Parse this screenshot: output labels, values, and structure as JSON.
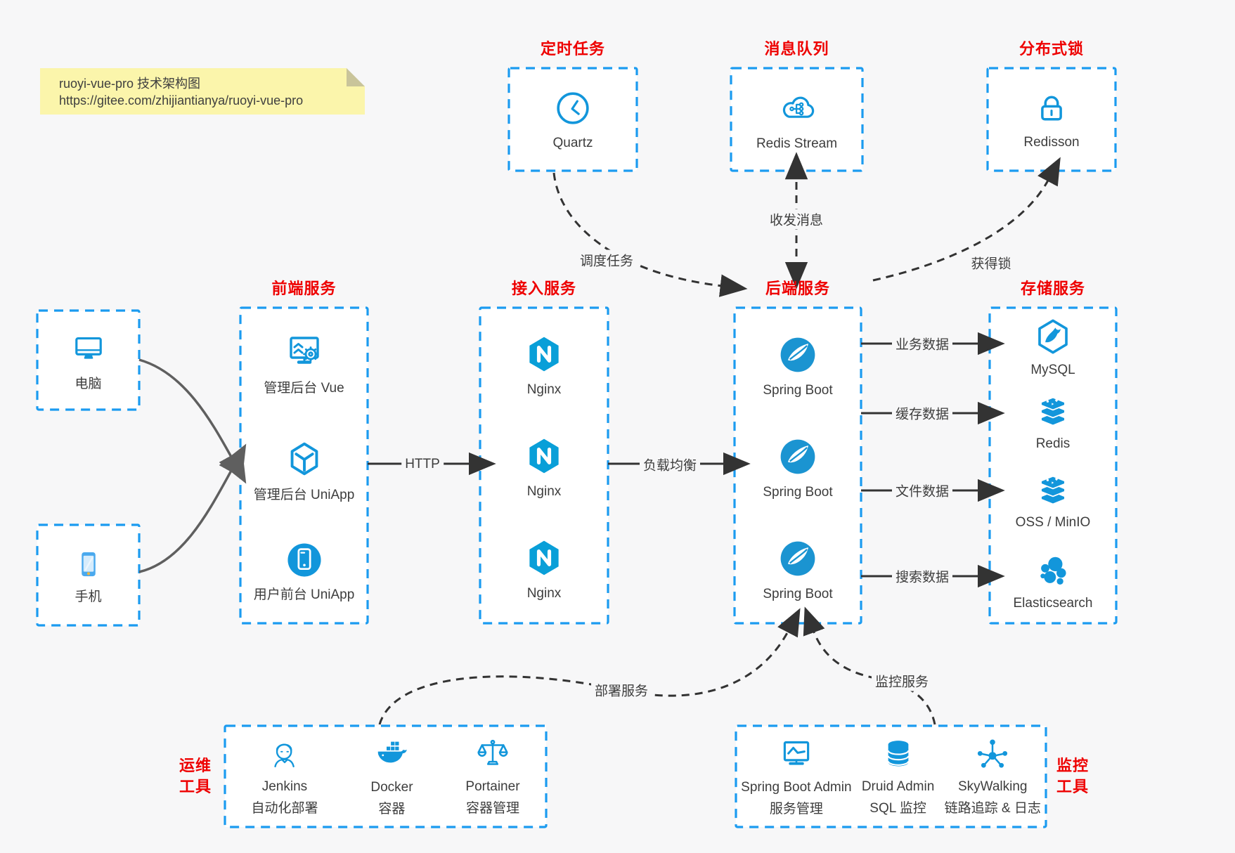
{
  "note": {
    "title": "ruoyi-vue-pro 技术架构图",
    "url": "https://gitee.com/zhijiantianya/ruoyi-vue-pro"
  },
  "colors": {
    "background": "#f7f7f8",
    "box_background": "#ffffff",
    "dashed_border_blue": "#1b9bf0",
    "icon_blue": "#1296db",
    "title_red": "#ee0000",
    "label_dark": "#3d3d3d",
    "arrow_dark": "#333333",
    "arrow_gray": "#5f5f5f",
    "note_yellow": "#fbf5ab"
  },
  "groups": {
    "scheduled_task": {
      "title": "定时任务",
      "items": [
        {
          "label": "Quartz",
          "icon": "clock-icon"
        }
      ]
    },
    "message_queue": {
      "title": "消息队列",
      "items": [
        {
          "label": "Redis Stream",
          "icon": "cloud-stream-icon"
        }
      ]
    },
    "distributed_lock": {
      "title": "分布式锁",
      "items": [
        {
          "label": "Redisson",
          "icon": "lock-icon"
        }
      ]
    },
    "clients": {
      "items": [
        {
          "label": "电脑",
          "icon": "computer-icon"
        },
        {
          "label": "手机",
          "icon": "smartphone-icon"
        }
      ]
    },
    "frontend": {
      "title": "前端服务",
      "items": [
        {
          "label": "管理后台 Vue",
          "icon": "admin-vue-icon"
        },
        {
          "label": "管理后台 UniApp",
          "icon": "uniapp-cube-icon"
        },
        {
          "label": "用户前台 UniApp",
          "icon": "user-app-icon"
        }
      ]
    },
    "access": {
      "title": "接入服务",
      "items": [
        {
          "label": "Nginx",
          "icon": "nginx-icon"
        },
        {
          "label": "Nginx",
          "icon": "nginx-icon"
        },
        {
          "label": "Nginx",
          "icon": "nginx-icon"
        }
      ]
    },
    "backend": {
      "title": "后端服务",
      "items": [
        {
          "label": "Spring Boot",
          "icon": "spring-boot-icon"
        },
        {
          "label": "Spring Boot",
          "icon": "spring-boot-icon"
        },
        {
          "label": "Spring Boot",
          "icon": "spring-boot-icon"
        }
      ]
    },
    "storage": {
      "title": "存储服务",
      "items": [
        {
          "label": "MySQL",
          "icon": "mysql-icon"
        },
        {
          "label": "Redis",
          "icon": "redis-stack-icon"
        },
        {
          "label": "OSS / MinIO",
          "icon": "oss-stack-icon"
        },
        {
          "label": "Elasticsearch",
          "icon": "elasticsearch-icon"
        }
      ]
    },
    "ops_tools": {
      "title_line1": "运维",
      "title_line2": "工具",
      "items": [
        {
          "label": "Jenkins",
          "sublabel": "自动化部署",
          "icon": "jenkins-icon"
        },
        {
          "label": "Docker",
          "sublabel": "容器",
          "icon": "docker-icon"
        },
        {
          "label": "Portainer",
          "sublabel": "容器管理",
          "icon": "portainer-icon"
        }
      ]
    },
    "monitor_tools": {
      "title_line1": "监控",
      "title_line2": "工具",
      "items": [
        {
          "label": "Spring Boot Admin",
          "sublabel": "服务管理",
          "icon": "chart-monitor-icon"
        },
        {
          "label": "Druid Admin",
          "sublabel": "SQL 监控",
          "icon": "database-icon"
        },
        {
          "label": "SkyWalking",
          "sublabel": "链路追踪 & 日志",
          "icon": "topology-icon"
        }
      ]
    }
  },
  "edges": {
    "http": {
      "label": "HTTP"
    },
    "load_balance": {
      "label": "负载均衡"
    },
    "business_data": {
      "label": "业务数据"
    },
    "cache_data": {
      "label": "缓存数据"
    },
    "file_data": {
      "label": "文件数据"
    },
    "search_data": {
      "label": "搜索数据"
    },
    "schedule_task": {
      "label": "调度任务"
    },
    "send_receive_message": {
      "label": "收发消息"
    },
    "acquire_lock": {
      "label": "获得锁"
    },
    "deploy_service": {
      "label": "部署服务"
    },
    "monitor_service": {
      "label": "监控服务"
    }
  }
}
